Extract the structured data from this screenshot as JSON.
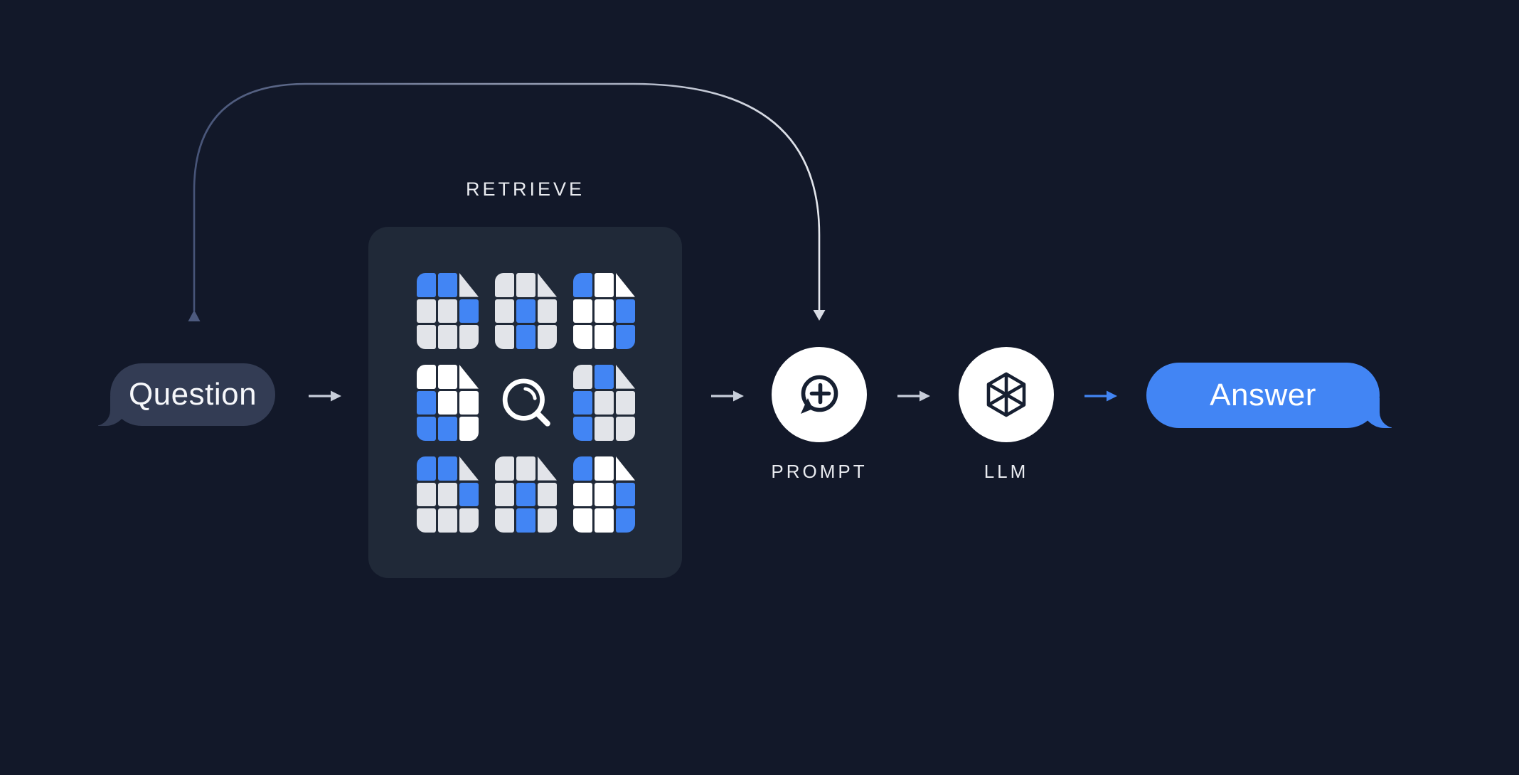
{
  "title": "RAG pipeline diagram",
  "colors": {
    "background": "#121829",
    "panel": "#202938",
    "question_bubble": "#333c54",
    "question_text": "#f6f7fa",
    "answer_bubble": "#4285f4",
    "blue": "#4285f4",
    "cell_gray": "#e2e4e9",
    "cell_white": "#ffffff",
    "arrow_gray": "#c8ceda",
    "label_text": "#e9ebf0",
    "icon_stroke": "#161f31",
    "curve_start": "#475478",
    "curve_mid": "#959db3",
    "curve_end": "#e4e7ed",
    "curve_head_left": "#4d5a7e",
    "curve_head_right": "#d9dce4"
  },
  "nodes": {
    "question": {
      "label": "Question",
      "shape": "chat-bubble-left-tail"
    },
    "retrieve": {
      "label": "RETRIEVE",
      "center_icon": "magnifier-icon",
      "documents": [
        {
          "cells": [
            "blue",
            "blue",
            "fold-gray",
            "gray",
            "gray",
            "blue",
            "gray",
            "gray",
            "gray"
          ]
        },
        {
          "cells": [
            "gray",
            "gray",
            "fold-gray",
            "gray",
            "blue",
            "gray",
            "gray",
            "blue",
            "gray"
          ]
        },
        {
          "cells": [
            "blue",
            "white",
            "fold-white",
            "white",
            "white",
            "blue",
            "white",
            "white",
            "blue"
          ]
        },
        {
          "cells": [
            "white",
            "white",
            "fold-white",
            "blue",
            "white",
            "white",
            "blue",
            "blue",
            "white"
          ]
        },
        {
          "cells": [
            "gray",
            "blue",
            "fold-gray",
            "blue",
            "gray",
            "gray",
            "blue",
            "gray",
            "gray"
          ]
        },
        {
          "cells": [
            "blue",
            "blue",
            "fold-gray",
            "gray",
            "gray",
            "blue",
            "gray",
            "gray",
            "gray"
          ]
        },
        {
          "cells": [
            "gray",
            "gray",
            "fold-gray",
            "gray",
            "blue",
            "gray",
            "gray",
            "blue",
            "gray"
          ]
        },
        {
          "cells": [
            "blue",
            "white",
            "fold-white",
            "white",
            "white",
            "blue",
            "white",
            "white",
            "blue"
          ]
        }
      ]
    },
    "prompt": {
      "label": "PROMPT",
      "icon": "chat-plus-icon"
    },
    "llm": {
      "label": "LLM",
      "icon": "cube-wireframe-icon"
    },
    "answer": {
      "label": "Answer",
      "shape": "chat-bubble-right-tail"
    }
  },
  "flow": {
    "arrows": [
      {
        "from": "question",
        "to": "retrieve",
        "color": "gray"
      },
      {
        "from": "retrieve",
        "to": "prompt",
        "color": "gray"
      },
      {
        "from": "prompt",
        "to": "llm",
        "color": "gray"
      },
      {
        "from": "llm",
        "to": "answer",
        "color": "blue"
      },
      {
        "from": "question",
        "to": "prompt",
        "type": "curved-over-top",
        "color": "gradient"
      }
    ]
  }
}
